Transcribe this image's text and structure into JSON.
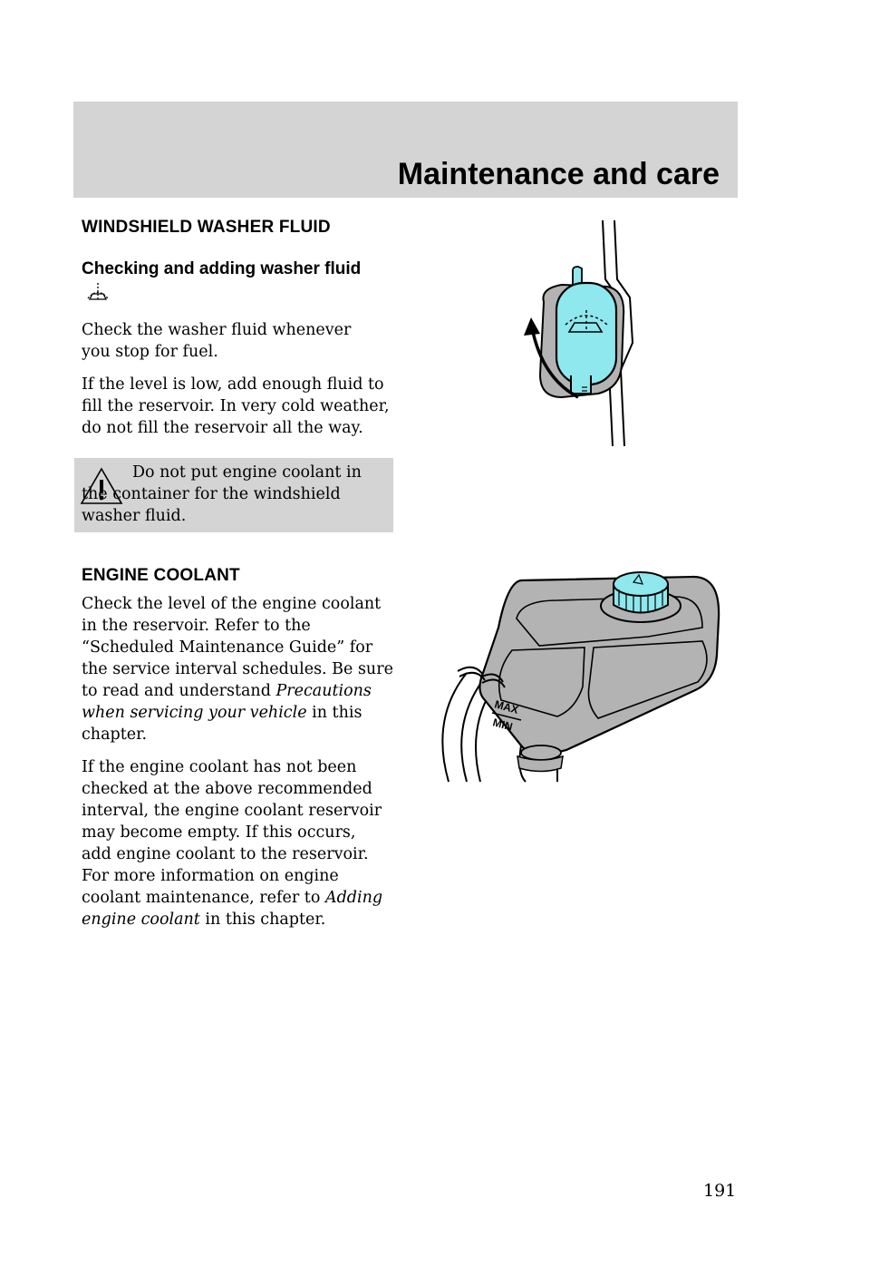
{
  "header": {
    "title": "Maintenance and care"
  },
  "washer": {
    "heading": "WINDSHIELD WASHER FLUID",
    "subheading": "Checking and adding washer fluid",
    "para1": "Check the washer fluid whenever you stop for fuel.",
    "para2": "If the level is low, add enough fluid to fill the reservoir. In very cold weather, do not fill the reservoir all the way.",
    "warning": "Do not put engine coolant in the container for the windshield washer fluid."
  },
  "coolant": {
    "heading": "ENGINE COOLANT",
    "para1_a": "Check the level of the engine coolant in the reservoir. Refer to the “Scheduled Maintenance Guide” for the service interval schedules. Be sure to read and understand ",
    "para1_italic": "Precautions when servicing your vehicle",
    "para1_b": " in this chapter.",
    "para2_a": "If the engine coolant has not been checked at the above recommended interval, the engine coolant reservoir may become empty. If this occurs, add engine coolant to the reservoir. For more information on engine coolant maintenance, refer to ",
    "para2_italic": "Adding engine coolant",
    "para2_b": " in this chapter.",
    "illustration_labels": {
      "max": "MAX",
      "min": "MIN"
    }
  },
  "page_number": "191",
  "colors": {
    "header_band": "#d4d4d4",
    "cap_fill": "#8ee8ee",
    "reservoir_fill": "#b3b3b3"
  },
  "icons": [
    "washer-fluid-icon",
    "warning-triangle-icon"
  ]
}
